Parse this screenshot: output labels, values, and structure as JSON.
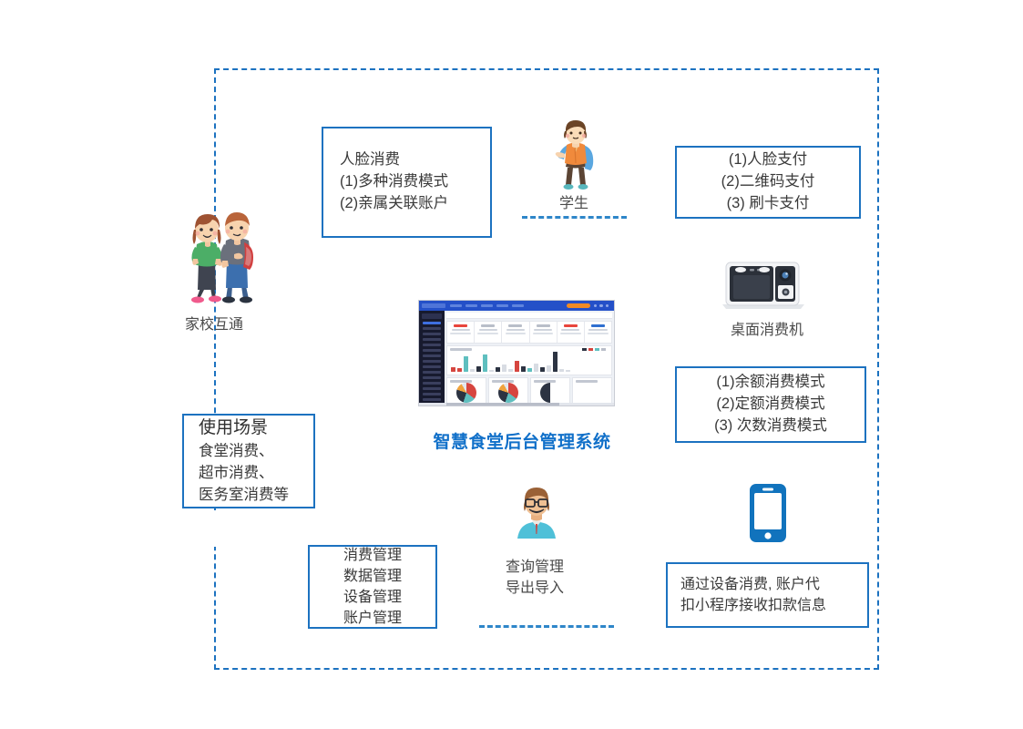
{
  "diagram": {
    "title": "智慧食堂后台管理系统",
    "frame": {
      "style": "dashed",
      "color": "#1c72c0"
    }
  },
  "boxes": {
    "face_consume": {
      "name": "face-consume-box",
      "lines": [
        "人脸消费",
        "(1)多种消费模式",
        "(2)亲属关联账户"
      ]
    },
    "pay_methods": {
      "name": "pay-methods-box",
      "lines": [
        "(1)人脸支付",
        "(2)二维码支付",
        "(3) 刷卡支付"
      ]
    },
    "consume_modes": {
      "name": "consume-modes-box",
      "lines": [
        "(1)余额消费模式",
        "(2)定额消费模式",
        "(3) 次数消费模式"
      ]
    },
    "use_scenes": {
      "name": "use-scenes-box",
      "title": "使用场景",
      "lines": [
        "食堂消费、",
        "超市消费、",
        "医务室消费等"
      ]
    },
    "management": {
      "name": "management-box",
      "lines": [
        "消费管理",
        "数据管理",
        "设备管理",
        "账户管理"
      ]
    },
    "device_consume": {
      "name": "device-consume-box",
      "lines": [
        "通过设备消费, 账户代",
        "扣小程序接收扣款信息"
      ]
    }
  },
  "captions": {
    "family": "家校互通",
    "student": "学生",
    "terminal": "桌面消费机",
    "query_line1": "查询管理",
    "query_line2": "导出导入"
  },
  "icons": {
    "family": "family-parents-illustration",
    "student": "student-boy-illustration",
    "terminal": "desktop-payment-terminal-icon",
    "teacher": "teacher-avatar-icon",
    "phone": "smartphone-icon"
  },
  "dashboard": {
    "name": "admin-dashboard-thumbnail",
    "accent": "#2450c8",
    "highlight": "#f08a24"
  },
  "colors": {
    "frame_blue": "#1c72c0",
    "title_blue": "#1170c9",
    "text_grey": "#3a3a3a"
  }
}
